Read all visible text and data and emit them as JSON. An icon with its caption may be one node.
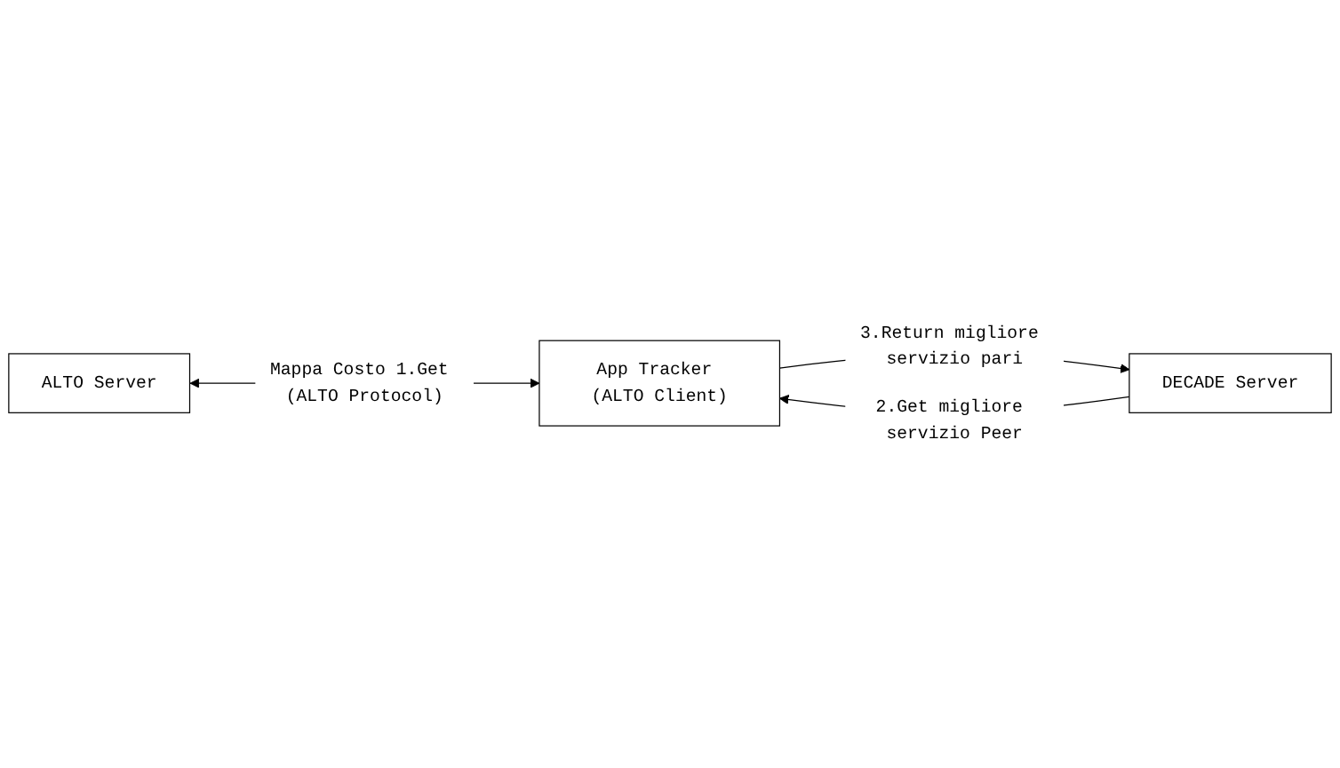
{
  "diagram": {
    "nodes": [
      {
        "text": [
          "ALTO Server"
        ]
      },
      {
        "text": [
          "App Tracker (ALTO Client)"
        ]
      },
      {
        "text": [
          "DECADE Server"
        ]
      }
    ],
    "edges": [
      {
        "from": 0,
        "to": 1,
        "arrow": "both",
        "label": "Mappa Costo 1.Get (ALTO Protocol)"
      },
      {
        "from": 2,
        "to": 1,
        "arrow": "to",
        "label": "2.Get migliore servizio Peer"
      },
      {
        "from": 1,
        "to": 2,
        "arrow": "to",
        "label": "3.Return migliore servizio pari"
      }
    ]
  }
}
